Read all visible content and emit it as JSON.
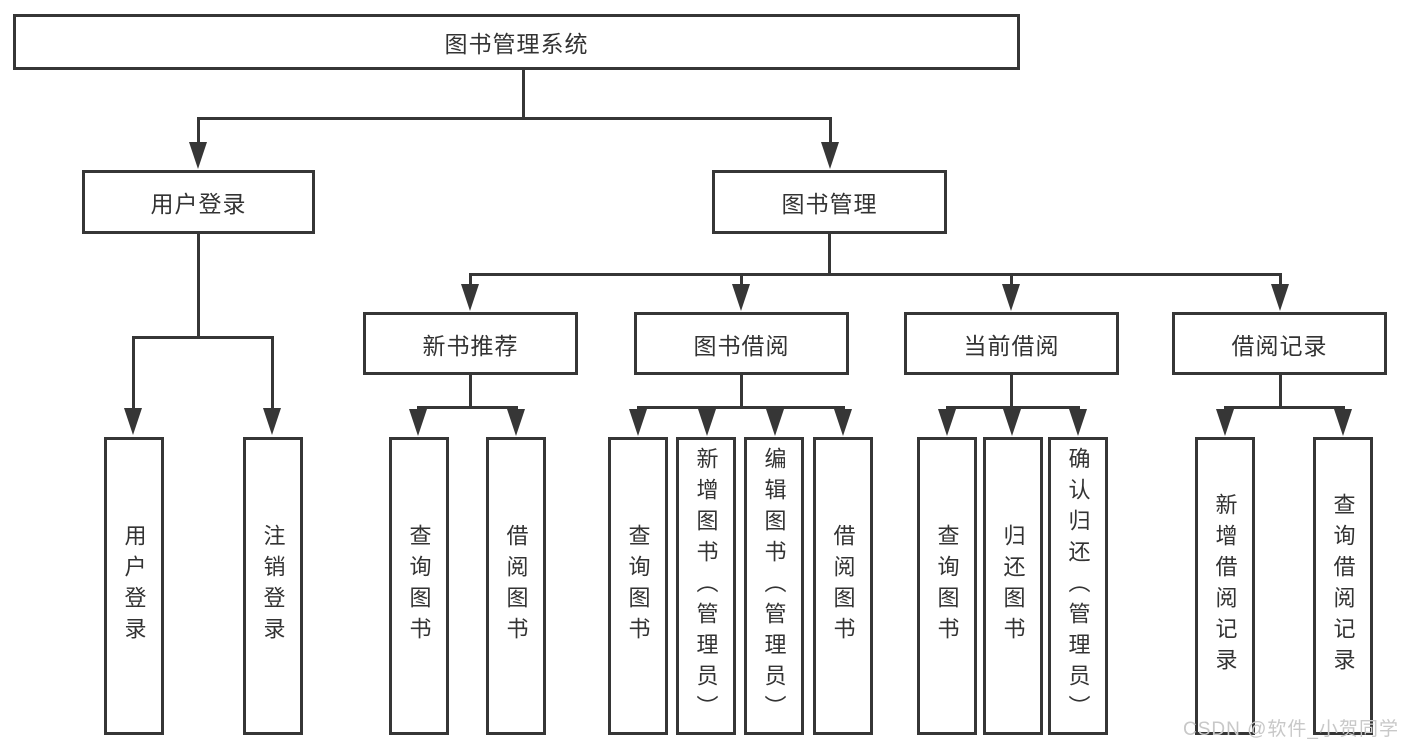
{
  "nodes": {
    "root": {
      "label": "图书管理系统"
    },
    "level2": [
      {
        "label": "用户登录"
      },
      {
        "label": "图书管理"
      }
    ],
    "level3": [
      {
        "label": "新书推荐",
        "parent": "图书管理"
      },
      {
        "label": "图书借阅",
        "parent": "图书管理"
      },
      {
        "label": "当前借阅",
        "parent": "图书管理"
      },
      {
        "label": "借阅记录",
        "parent": "图书管理"
      }
    ],
    "leaves": [
      {
        "label": "用户登录",
        "parent": "用户登录"
      },
      {
        "label": "注销登录",
        "parent": "用户登录"
      },
      {
        "label": "查询图书",
        "parent": "新书推荐"
      },
      {
        "label": "借阅图书",
        "parent": "新书推荐"
      },
      {
        "label": "查询图书",
        "parent": "图书借阅"
      },
      {
        "label": "新增图书（管理员）",
        "parent": "图书借阅"
      },
      {
        "label": "编辑图书（管理员）",
        "parent": "图书借阅"
      },
      {
        "label": "借阅图书",
        "parent": "图书借阅"
      },
      {
        "label": "查询图书",
        "parent": "当前借阅"
      },
      {
        "label": "归还图书",
        "parent": "当前借阅"
      },
      {
        "label": "确认归还（管理员）",
        "parent": "当前借阅"
      },
      {
        "label": "新增借阅记录",
        "parent": "借阅记录"
      },
      {
        "label": "查询借阅记录",
        "parent": "借阅记录"
      }
    ]
  },
  "watermark": {
    "text": "CSDN @软件_小贺同学"
  },
  "colors": {
    "line": "#363636",
    "text": "#333333",
    "background": "#ffffff",
    "watermark": "#c8c8c8"
  }
}
